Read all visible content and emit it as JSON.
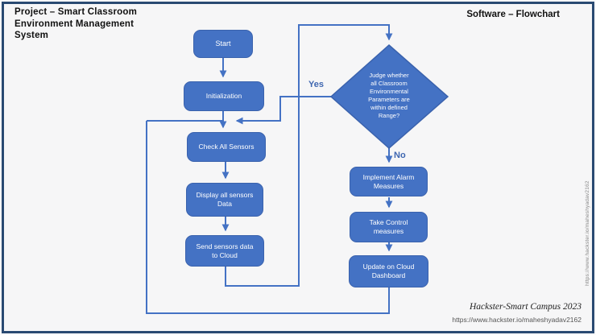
{
  "colors": {
    "accent": "#4472C4",
    "node_border": "#3A62AD",
    "node_text": "#FFFFFF",
    "branch_label": "#3E66B0",
    "frame_border": "#2A4A72",
    "background": "#F6F6F7"
  },
  "header": {
    "project_title": "Project – Smart Classroom\nEnvironment  Management\nSystem",
    "doc_title": "Software – Flowchart"
  },
  "flowchart": {
    "nodes": {
      "start": "Start",
      "initialization": "Initialization",
      "check_sensors": "Check All Sensors",
      "display_data": "Display all sensors\nData",
      "send_cloud": "Send sensors data\nto Cloud",
      "decision": "Judge whether\nall Classroom\nEnvironmental\nParameters are\nwithin defined\nRange?",
      "alarm": "Implement Alarm\nMeasures",
      "control": "Take Control\nmeasures",
      "update": "Update on Cloud\nDashboard"
    },
    "branch_labels": {
      "yes": "Yes",
      "no": "No"
    }
  },
  "footer": {
    "credit": "Hackster-Smart Campus 2023",
    "url": "https://www.hackster.io/maheshyadav2162"
  },
  "side": {
    "url_vertical": "https://www.hackster.io/maheshyadav2162"
  }
}
